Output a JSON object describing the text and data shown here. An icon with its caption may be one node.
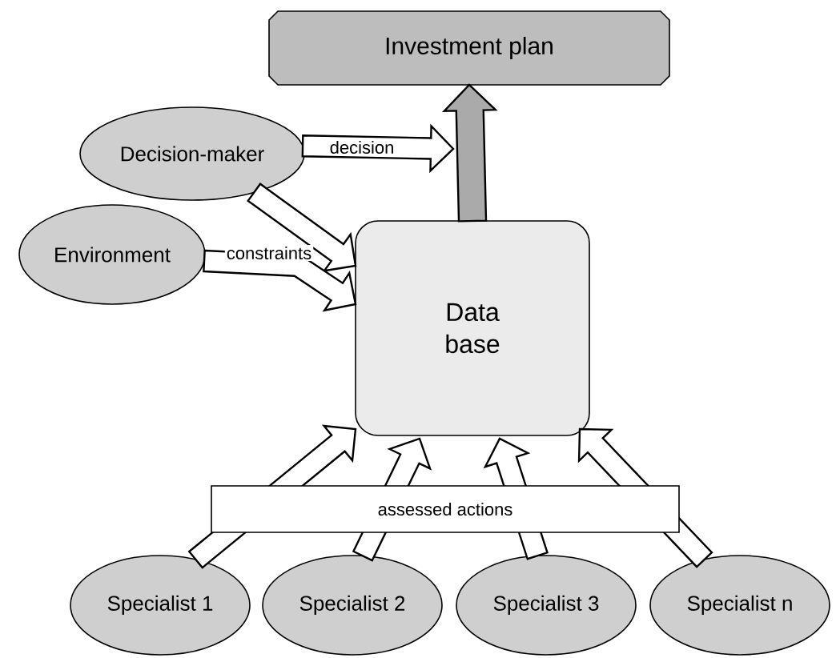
{
  "diagram": {
    "nodes": [
      {
        "text": [
          "Investment plan"
        ]
      },
      {
        "text": [
          "Decision-maker"
        ]
      },
      {
        "text": [
          "Environment"
        ]
      },
      {
        "text": [
          "Data base"
        ]
      },
      {
        "text": [
          "Specialist 1"
        ]
      },
      {
        "text": [
          "Specialist 2"
        ]
      },
      {
        "text": [
          "Specialist 3"
        ]
      },
      {
        "text": [
          "Specialist n"
        ]
      }
    ],
    "edges": [
      {
        "from": 1,
        "to": null,
        "arrow": "to",
        "label": "decision"
      },
      {
        "from": 1,
        "to": 3,
        "arrow": "to"
      },
      {
        "from": 2,
        "to": 3,
        "arrow": "to",
        "label": "constraints"
      },
      {
        "from": 3,
        "to": 0,
        "arrow": "to",
        "color": "#aaaaaa"
      },
      {
        "from": 4,
        "to": 3,
        "arrow": "to"
      },
      {
        "from": 5,
        "to": 3,
        "arrow": "to"
      },
      {
        "from": 6,
        "to": 3,
        "arrow": "to"
      },
      {
        "from": 7,
        "to": 3,
        "arrow": "to"
      }
    ],
    "labels": [
      "assessed actions"
    ]
  }
}
